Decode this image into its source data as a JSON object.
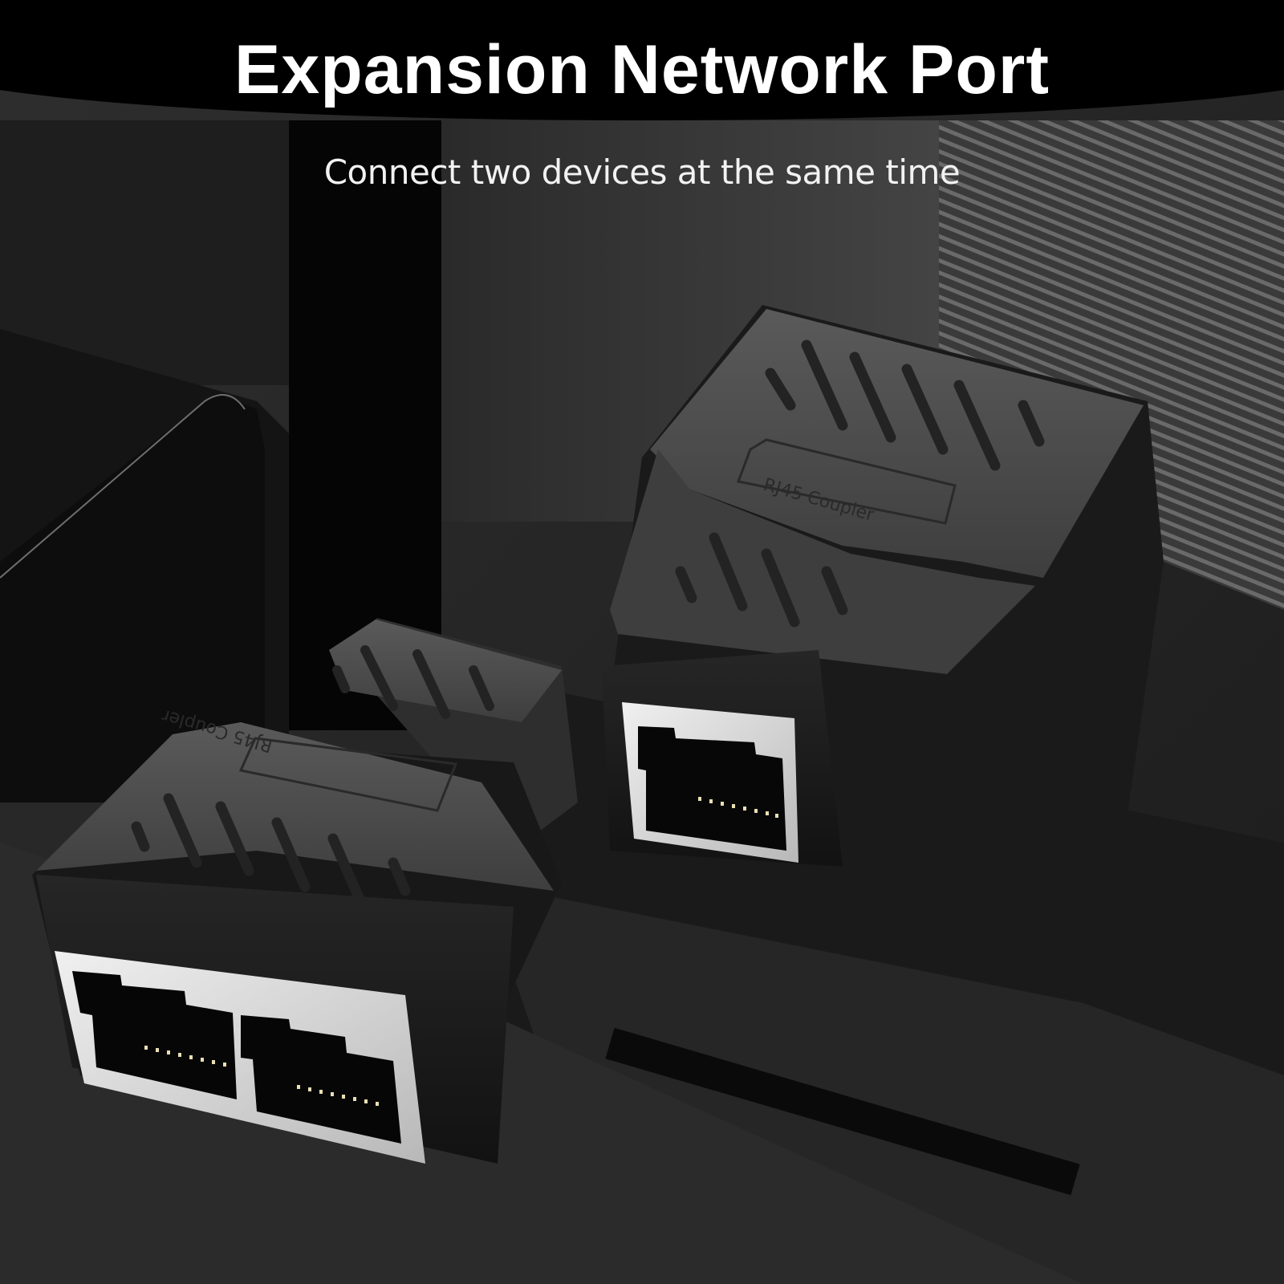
{
  "header": {
    "title": "Expansion Network Port",
    "subtitle": "Connect two devices at the same time"
  },
  "products": [
    {
      "name": "RJ45 coupler (single side view)",
      "embossed_label": "RJ45 Coupler",
      "visible_ports": 1
    },
    {
      "name": "RJ45 splitter (dual port side view)",
      "embossed_label": "RJ45 Coupler",
      "visible_ports": 2
    }
  ],
  "colors": {
    "background": "#262626",
    "header_band": "#000000",
    "title_text": "#ffffff",
    "device_body": "#1c1c1c",
    "device_top": "#4a4a4a",
    "port_shield": "#d9d9d9",
    "port_cavity": "#050505",
    "contact_pins": "#e8d9a8"
  }
}
